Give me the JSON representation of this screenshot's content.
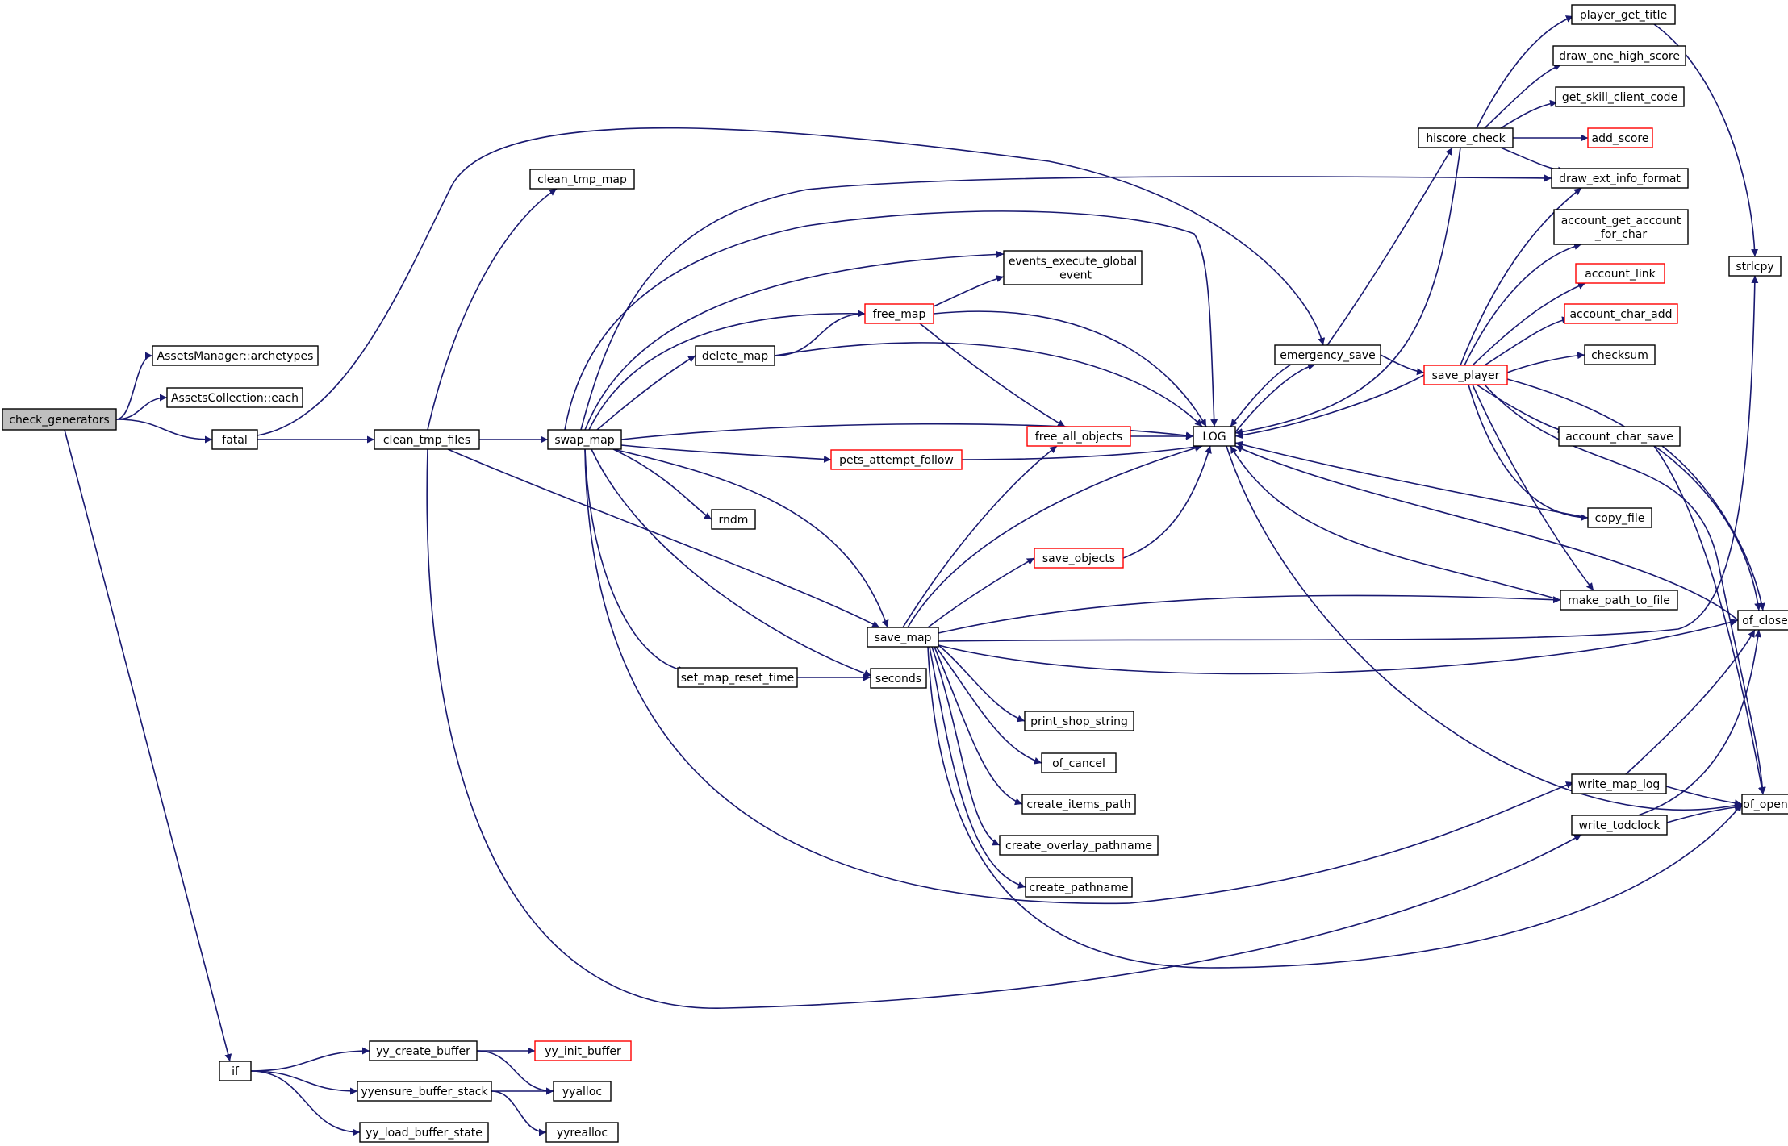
{
  "diagram": {
    "edge_color": "#191970",
    "node_border_color": "#000000",
    "incomplete_node_border_color": "#ff0000",
    "root_fill_color": "#bfbfbf",
    "nodes": [
      {
        "id": "check_generators",
        "lines": [
          "check_generators"
        ],
        "style": "root"
      },
      {
        "id": "archetypes",
        "lines": [
          "AssetsManager::archetypes"
        ],
        "style": "normal"
      },
      {
        "id": "each",
        "lines": [
          "AssetsCollection::each"
        ],
        "style": "normal"
      },
      {
        "id": "fatal",
        "lines": [
          "fatal"
        ],
        "style": "normal"
      },
      {
        "id": "if",
        "lines": [
          "if"
        ],
        "style": "normal"
      },
      {
        "id": "clean_tmp_map",
        "lines": [
          "clean_tmp_map"
        ],
        "style": "normal"
      },
      {
        "id": "clean_tmp_files",
        "lines": [
          "clean_tmp_files"
        ],
        "style": "normal"
      },
      {
        "id": "swap_map",
        "lines": [
          "swap_map"
        ],
        "style": "normal"
      },
      {
        "id": "delete_map",
        "lines": [
          "delete_map"
        ],
        "style": "normal"
      },
      {
        "id": "free_map",
        "lines": [
          "free_map"
        ],
        "style": "red"
      },
      {
        "id": "events_execute_global_event",
        "lines": [
          "events_execute_global",
          "_event"
        ],
        "style": "normal"
      },
      {
        "id": "rndm",
        "lines": [
          "rndm"
        ],
        "style": "normal"
      },
      {
        "id": "pets_attempt_follow",
        "lines": [
          "pets_attempt_follow"
        ],
        "style": "red"
      },
      {
        "id": "save_map",
        "lines": [
          "save_map"
        ],
        "style": "normal"
      },
      {
        "id": "set_map_reset_time",
        "lines": [
          "set_map_reset_time"
        ],
        "style": "normal"
      },
      {
        "id": "seconds",
        "lines": [
          "seconds"
        ],
        "style": "normal"
      },
      {
        "id": "free_all_objects",
        "lines": [
          "free_all_objects"
        ],
        "style": "red"
      },
      {
        "id": "save_objects",
        "lines": [
          "save_objects"
        ],
        "style": "red"
      },
      {
        "id": "LOG",
        "lines": [
          "LOG"
        ],
        "style": "normal"
      },
      {
        "id": "print_shop_string",
        "lines": [
          "print_shop_string"
        ],
        "style": "normal"
      },
      {
        "id": "of_cancel",
        "lines": [
          "of_cancel"
        ],
        "style": "normal"
      },
      {
        "id": "create_items_path",
        "lines": [
          "create_items_path"
        ],
        "style": "normal"
      },
      {
        "id": "create_overlay_pathname",
        "lines": [
          "create_overlay_pathname"
        ],
        "style": "normal"
      },
      {
        "id": "create_pathname",
        "lines": [
          "create_pathname"
        ],
        "style": "normal"
      },
      {
        "id": "emergency_save",
        "lines": [
          "emergency_save"
        ],
        "style": "normal"
      },
      {
        "id": "hiscore_check",
        "lines": [
          "hiscore_check"
        ],
        "style": "normal"
      },
      {
        "id": "save_player",
        "lines": [
          "save_player"
        ],
        "style": "red"
      },
      {
        "id": "player_get_title",
        "lines": [
          "player_get_title"
        ],
        "style": "normal"
      },
      {
        "id": "draw_one_high_score",
        "lines": [
          "draw_one_high_score"
        ],
        "style": "normal"
      },
      {
        "id": "get_skill_client_code",
        "lines": [
          "get_skill_client_code"
        ],
        "style": "normal"
      },
      {
        "id": "add_score",
        "lines": [
          "add_score"
        ],
        "style": "red"
      },
      {
        "id": "draw_ext_info_format",
        "lines": [
          "draw_ext_info_format"
        ],
        "style": "normal"
      },
      {
        "id": "account_get_account_for_char",
        "lines": [
          "account_get_account",
          "_for_char"
        ],
        "style": "normal"
      },
      {
        "id": "account_link",
        "lines": [
          "account_link"
        ],
        "style": "red"
      },
      {
        "id": "account_char_add",
        "lines": [
          "account_char_add"
        ],
        "style": "red"
      },
      {
        "id": "checksum",
        "lines": [
          "checksum"
        ],
        "style": "normal"
      },
      {
        "id": "account_char_save",
        "lines": [
          "account_char_save"
        ],
        "style": "normal"
      },
      {
        "id": "copy_file",
        "lines": [
          "copy_file"
        ],
        "style": "normal"
      },
      {
        "id": "make_path_to_file",
        "lines": [
          "make_path_to_file"
        ],
        "style": "normal"
      },
      {
        "id": "write_map_log",
        "lines": [
          "write_map_log"
        ],
        "style": "normal"
      },
      {
        "id": "write_todclock",
        "lines": [
          "write_todclock"
        ],
        "style": "normal"
      },
      {
        "id": "strlcpy",
        "lines": [
          "strlcpy"
        ],
        "style": "normal"
      },
      {
        "id": "of_close",
        "lines": [
          "of_close"
        ],
        "style": "normal"
      },
      {
        "id": "of_open",
        "lines": [
          "of_open"
        ],
        "style": "normal"
      },
      {
        "id": "yy_create_buffer",
        "lines": [
          "yy_create_buffer"
        ],
        "style": "normal"
      },
      {
        "id": "yy_init_buffer",
        "lines": [
          "yy_init_buffer"
        ],
        "style": "red"
      },
      {
        "id": "yyensure_buffer_stack",
        "lines": [
          "yyensure_buffer_stack"
        ],
        "style": "normal"
      },
      {
        "id": "yyalloc",
        "lines": [
          "yyalloc"
        ],
        "style": "normal"
      },
      {
        "id": "yy_load_buffer_state",
        "lines": [
          "yy_load_buffer_state"
        ],
        "style": "normal"
      },
      {
        "id": "yyrealloc",
        "lines": [
          "yyrealloc"
        ],
        "style": "normal"
      }
    ],
    "edges": [
      [
        "check_generators",
        "archetypes"
      ],
      [
        "check_generators",
        "each"
      ],
      [
        "check_generators",
        "fatal"
      ],
      [
        "check_generators",
        "if"
      ],
      [
        "fatal",
        "clean_tmp_files"
      ],
      [
        "fatal",
        "emergency_save"
      ],
      [
        "clean_tmp_files",
        "clean_tmp_map"
      ],
      [
        "clean_tmp_files",
        "swap_map"
      ],
      [
        "clean_tmp_files",
        "save_map"
      ],
      [
        "clean_tmp_files",
        "write_todclock"
      ],
      [
        "swap_map",
        "clean_tmp_files"
      ],
      [
        "swap_map",
        "delete_map"
      ],
      [
        "swap_map",
        "free_map"
      ],
      [
        "swap_map",
        "events_execute_global_event"
      ],
      [
        "swap_map",
        "LOG"
      ],
      [
        "swap_map",
        "draw_ext_info_format"
      ],
      [
        "swap_map",
        "pets_attempt_follow"
      ],
      [
        "swap_map",
        "rndm"
      ],
      [
        "swap_map",
        "save_map"
      ],
      [
        "swap_map",
        "set_map_reset_time"
      ],
      [
        "swap_map",
        "seconds"
      ],
      [
        "swap_map",
        "write_map_log"
      ],
      [
        "delete_map",
        "free_map"
      ],
      [
        "delete_map",
        "LOG"
      ],
      [
        "free_map",
        "events_execute_global_event"
      ],
      [
        "free_map",
        "LOG"
      ],
      [
        "free_map",
        "free_all_objects"
      ],
      [
        "pets_attempt_follow",
        "LOG"
      ],
      [
        "set_map_reset_time",
        "seconds"
      ],
      [
        "free_all_objects",
        "LOG"
      ],
      [
        "save_objects",
        "LOG"
      ],
      [
        "save_map",
        "free_all_objects"
      ],
      [
        "save_map",
        "LOG"
      ],
      [
        "save_map",
        "save_objects"
      ],
      [
        "save_map",
        "make_path_to_file"
      ],
      [
        "save_map",
        "strlcpy"
      ],
      [
        "save_map",
        "of_close"
      ],
      [
        "save_map",
        "print_shop_string"
      ],
      [
        "save_map",
        "of_cancel"
      ],
      [
        "save_map",
        "create_items_path"
      ],
      [
        "save_map",
        "create_overlay_pathname"
      ],
      [
        "save_map",
        "create_pathname"
      ],
      [
        "save_map",
        "of_open"
      ],
      [
        "LOG",
        "emergency_save"
      ],
      [
        "LOG",
        "of_open"
      ],
      [
        "emergency_save",
        "LOG"
      ],
      [
        "emergency_save",
        "hiscore_check"
      ],
      [
        "emergency_save",
        "save_player"
      ],
      [
        "hiscore_check",
        "player_get_title"
      ],
      [
        "hiscore_check",
        "draw_one_high_score"
      ],
      [
        "hiscore_check",
        "get_skill_client_code"
      ],
      [
        "hiscore_check",
        "add_score"
      ],
      [
        "hiscore_check",
        "draw_ext_info_format"
      ],
      [
        "hiscore_check",
        "LOG"
      ],
      [
        "save_player",
        "LOG"
      ],
      [
        "save_player",
        "draw_ext_info_format"
      ],
      [
        "save_player",
        "account_get_account_for_char"
      ],
      [
        "save_player",
        "account_link"
      ],
      [
        "save_player",
        "account_char_add"
      ],
      [
        "save_player",
        "checksum"
      ],
      [
        "save_player",
        "account_char_save"
      ],
      [
        "save_player",
        "copy_file"
      ],
      [
        "save_player",
        "make_path_to_file"
      ],
      [
        "save_player",
        "of_close"
      ],
      [
        "save_player",
        "of_open"
      ],
      [
        "player_get_title",
        "strlcpy"
      ],
      [
        "account_char_save",
        "of_close"
      ],
      [
        "account_char_save",
        "of_open"
      ],
      [
        "copy_file",
        "LOG"
      ],
      [
        "make_path_to_file",
        "LOG"
      ],
      [
        "of_close",
        "LOG"
      ],
      [
        "write_map_log",
        "of_close"
      ],
      [
        "write_map_log",
        "of_open"
      ],
      [
        "write_todclock",
        "of_close"
      ],
      [
        "write_todclock",
        "of_open"
      ],
      [
        "if",
        "yy_create_buffer"
      ],
      [
        "if",
        "yyensure_buffer_stack"
      ],
      [
        "if",
        "yy_load_buffer_state"
      ],
      [
        "yy_create_buffer",
        "yy_init_buffer"
      ],
      [
        "yy_create_buffer",
        "yyalloc"
      ],
      [
        "yyensure_buffer_stack",
        "yyalloc"
      ],
      [
        "yyensure_buffer_stack",
        "yyrealloc"
      ]
    ]
  }
}
